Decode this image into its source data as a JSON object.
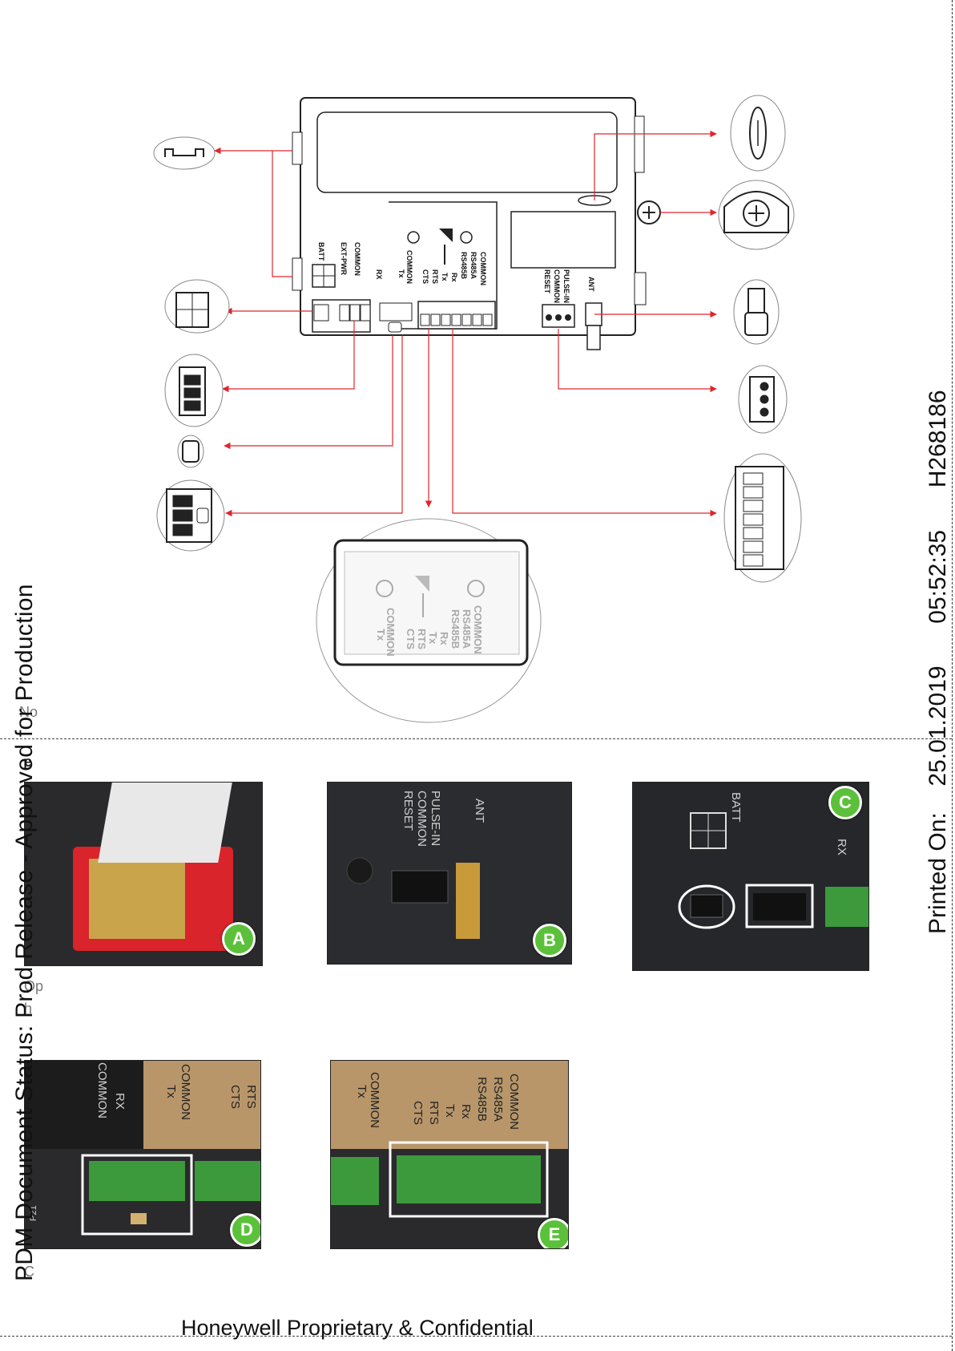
{
  "device_labels": {
    "batt": "BATT",
    "ext_pwr": "EXT-PWR",
    "common": "COMMON",
    "rx": "RX",
    "tx": "Tx",
    "ant": "ANT",
    "pulse_in": "PULSE-IN",
    "common2": "COMMON",
    "reset": "RESET",
    "rs_common": "COMMON",
    "rs485a": "RS485A",
    "rs485b": "RS485B",
    "rx2": "Rx",
    "tx2": "Tx",
    "rts": "RTS",
    "cts": "CTS",
    "sw_common": "COMMON",
    "sw_tx": "Tx"
  },
  "photos": [
    {
      "id": "A",
      "badge": "A"
    },
    {
      "id": "B",
      "badge": "B",
      "labels": [
        "ANT",
        "PULSE-IN",
        "COMMON",
        "RESET"
      ]
    },
    {
      "id": "C",
      "badge": "C",
      "labels": [
        "BATT",
        "RX"
      ]
    },
    {
      "id": "D",
      "badge": "D",
      "labels": [
        "RX",
        "COMMON",
        "COMMON",
        "Tx",
        "RTS",
        "CTS",
        "P21"
      ]
    },
    {
      "id": "E",
      "badge": "E",
      "labels": [
        "COMMON",
        "RS485A",
        "RS485B",
        "Rx",
        "Tx",
        "RTS",
        "CTS",
        "COMMON",
        "Tx"
      ]
    }
  ],
  "status_text": "PDM Document Status: Prod Release - Approved for Production",
  "printed": {
    "label": "Printed On:",
    "date": "25.01.2019",
    "time": "05:52:35",
    "doc_id": "H268186"
  },
  "footer": "Honeywell Proprietary & Confidential",
  "fragments": {
    "f1": "No",
    "f2": "e",
    "f3": "Op",
    "f4": "h",
    "f5": "C"
  },
  "colors": {
    "arrow": "#e0262d",
    "badge": "#5cc13a",
    "terminal": "#3c9a3c"
  }
}
